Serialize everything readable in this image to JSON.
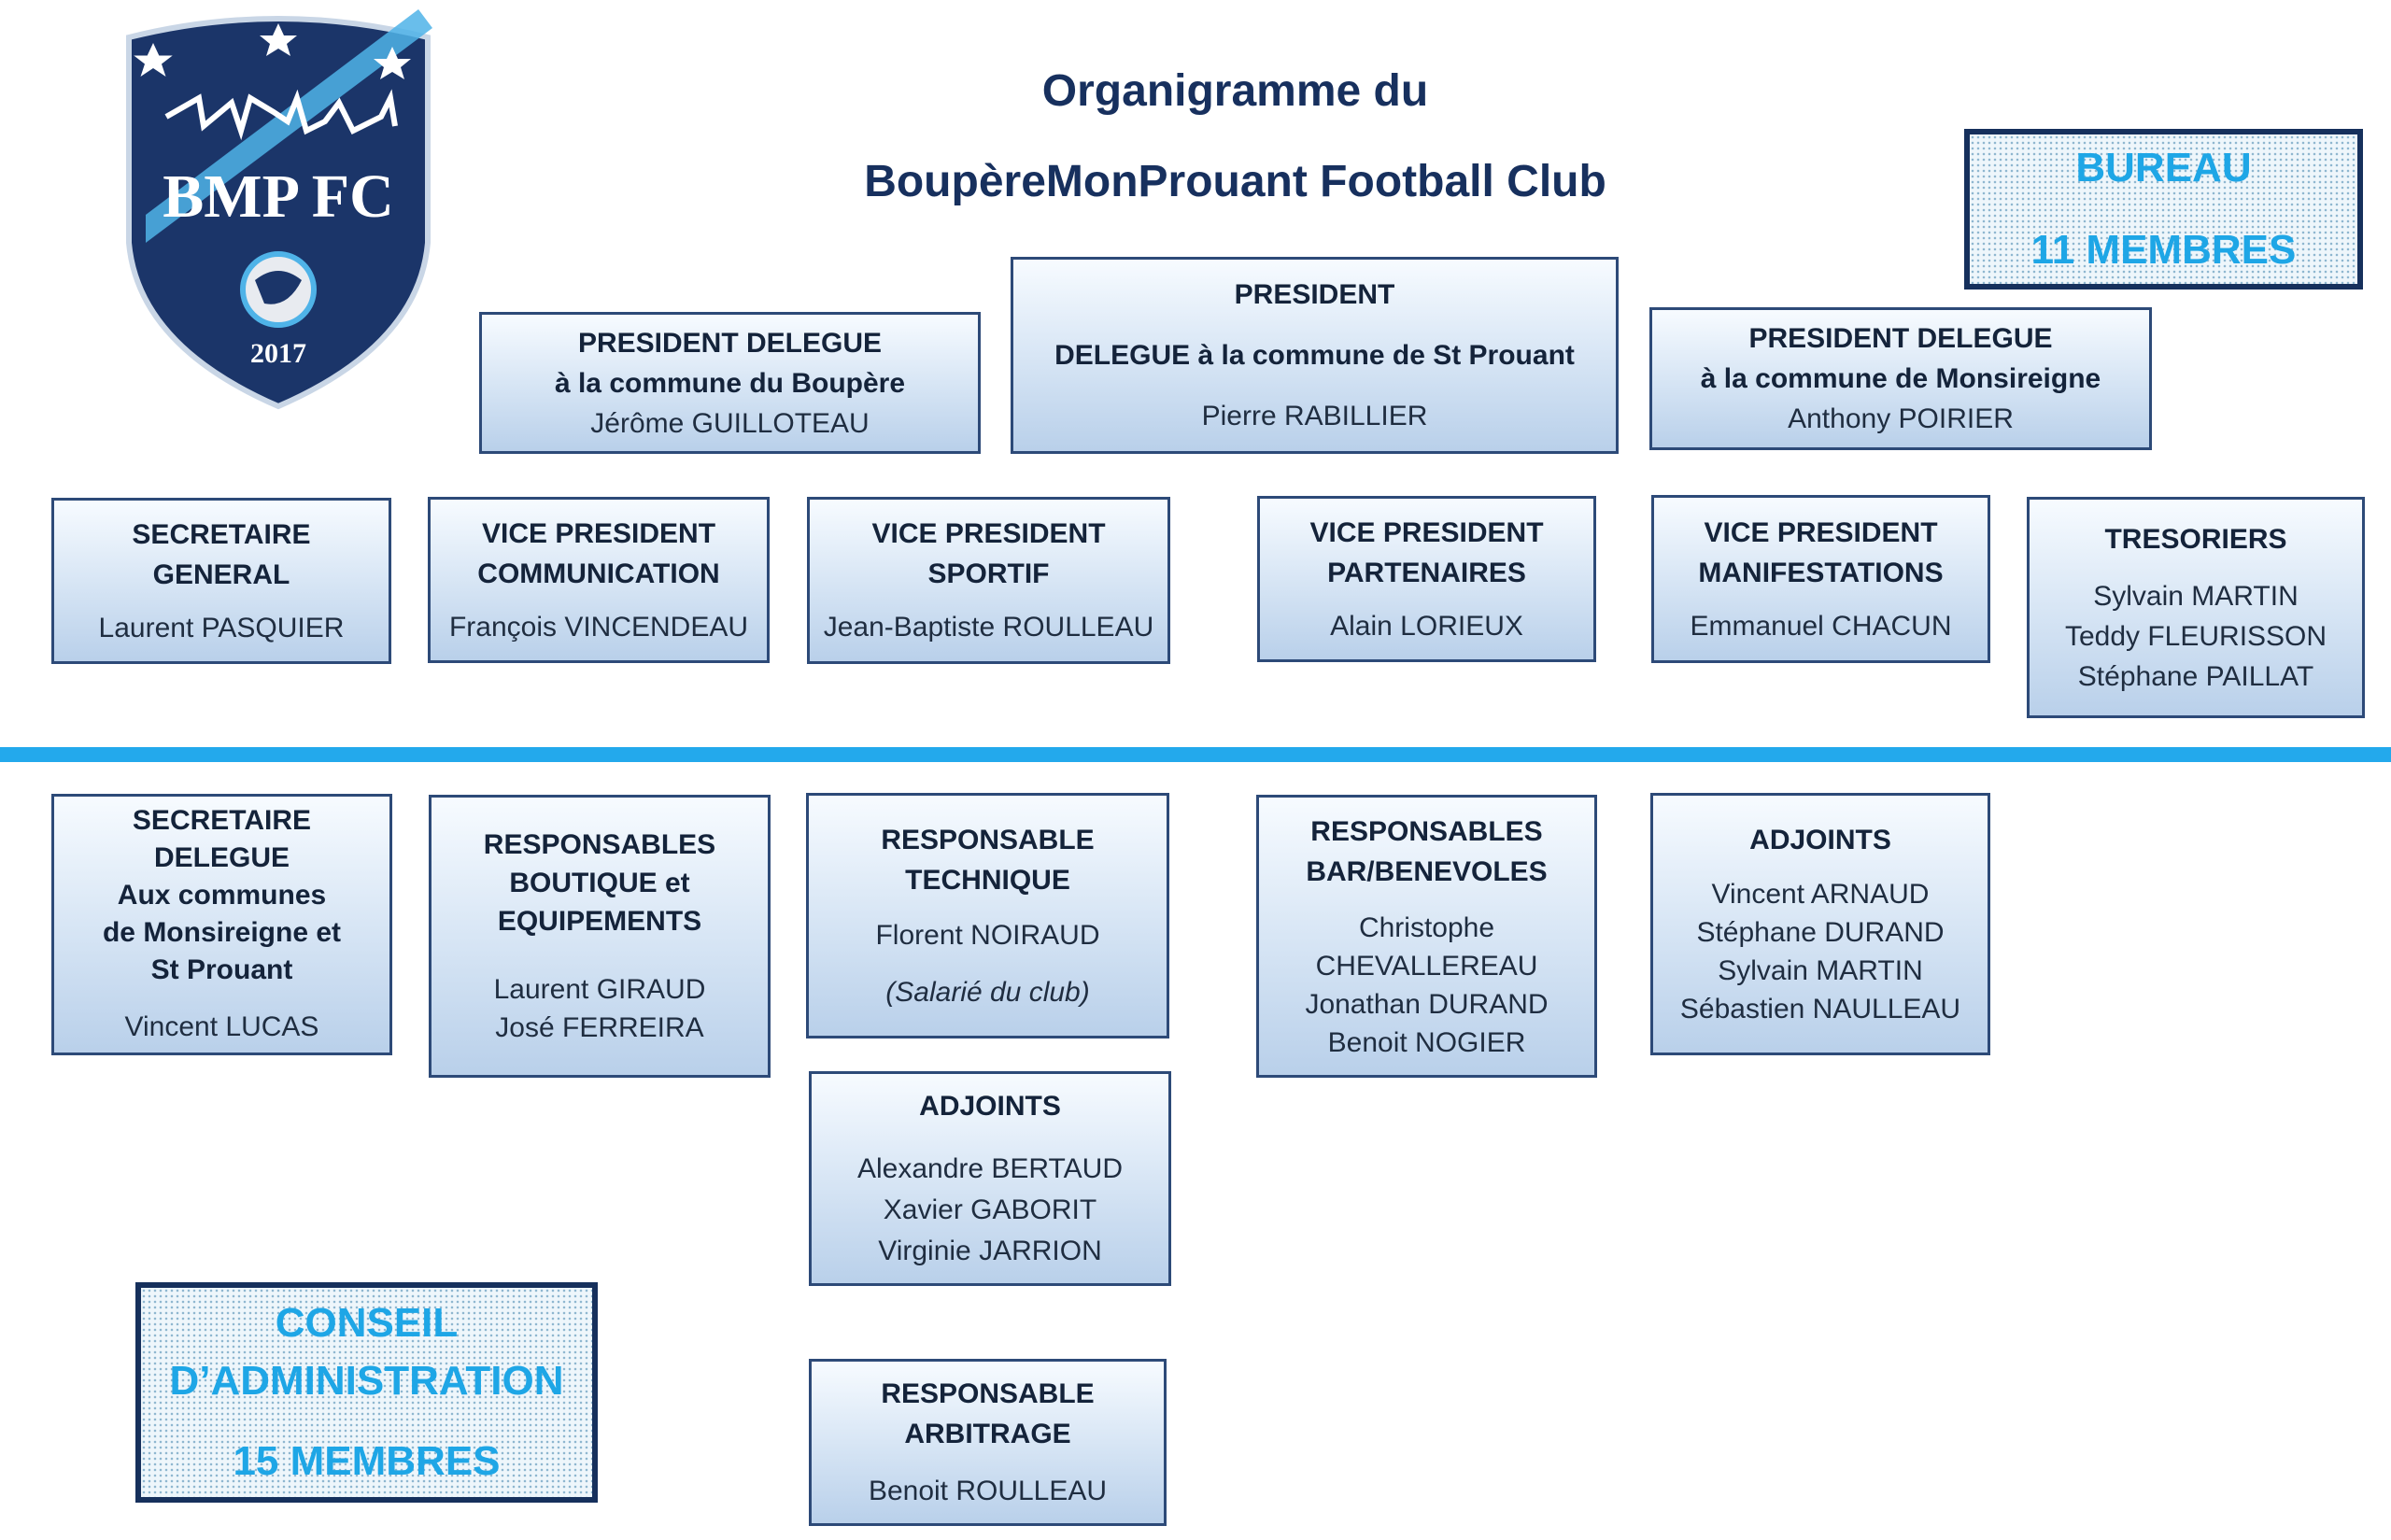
{
  "header": {
    "title_line1": "Organigramme du",
    "title_line2": "BoupèreMonProuant Football Club"
  },
  "logo": {
    "text": "BMP FC",
    "year": "2017",
    "brand_color": "#1b3569",
    "accent_color": "#4fb3e8"
  },
  "bureau": {
    "line1": "BUREAU",
    "line2": "11 MEMBRES"
  },
  "conseil": {
    "line1": "CONSEIL",
    "line2": "D’ADMINISTRATION",
    "line3": "15 MEMBRES"
  },
  "president": {
    "head1": "PRESIDENT",
    "head2": "DELEGUE à la commune de St Prouant",
    "name": "Pierre RABILLIER"
  },
  "pd_boupere": {
    "head1": "PRESIDENT DELEGUE",
    "head2": "à la commune du Boupère",
    "name": "Jérôme GUILLOTEAU"
  },
  "pd_monsireigne": {
    "head1": "PRESIDENT DELEGUE",
    "head2": "à la commune de Monsireigne",
    "name": "Anthony POIRIER"
  },
  "secretaire": {
    "head1": "SECRETAIRE",
    "head2": "GENERAL",
    "name": "Laurent PASQUIER"
  },
  "vp_communication": {
    "head1": "VICE PRESIDENT",
    "head2": "COMMUNICATION",
    "name": "François VINCENDEAU"
  },
  "vp_sportif": {
    "head1": "VICE PRESIDENT",
    "head2": "SPORTIF",
    "name": "Jean-Baptiste ROULLEAU"
  },
  "vp_partenaires": {
    "head1": "VICE PRESIDENT",
    "head2": "PARTENAIRES",
    "name": "Alain LORIEUX"
  },
  "vp_manifestations": {
    "head1": "VICE PRESIDENT",
    "head2": "MANIFESTATIONS",
    "name": "Emmanuel CHACUN"
  },
  "tresoriers": {
    "head": "TRESORIERS",
    "names": [
      "Sylvain MARTIN",
      "Teddy FLEURISSON",
      "Stéphane PAILLAT"
    ]
  },
  "secretaire_delegue": {
    "head1": "SECRETAIRE DELEGUE",
    "head2": "Aux communes",
    "head3": "de Monsireigne et",
    "head4": "St Prouant",
    "name": "Vincent LUCAS"
  },
  "boutique": {
    "head1": "RESPONSABLES",
    "head2": "BOUTIQUE et",
    "head3": "EQUIPEMENTS",
    "names": [
      "Laurent GIRAUD",
      "José FERREIRA"
    ]
  },
  "technique": {
    "head1": "RESPONSABLE",
    "head2": "TECHNIQUE",
    "name": "Florent NOIRAUD",
    "note": "(Salarié du club)"
  },
  "bar": {
    "head1": "RESPONSABLES",
    "head2": "BAR/BENEVOLES",
    "names": [
      "Christophe",
      "CHEVALLEREAU",
      "Jonathan DURAND",
      "Benoit NOGIER"
    ]
  },
  "adjoints_right": {
    "head": "ADJOINTS",
    "names": [
      "Vincent ARNAUD",
      "Stéphane DURAND",
      "Sylvain MARTIN",
      "Sébastien NAULLEAU"
    ]
  },
  "adjoints_tech": {
    "head": "ADJOINTS",
    "names": [
      "Alexandre BERTAUD",
      "Xavier GABORIT",
      "Virginie JARRION"
    ]
  },
  "arbitrage": {
    "head1": "RESPONSABLE",
    "head2": "ARBITRAGE",
    "name": "Benoit ROULLEAU"
  }
}
